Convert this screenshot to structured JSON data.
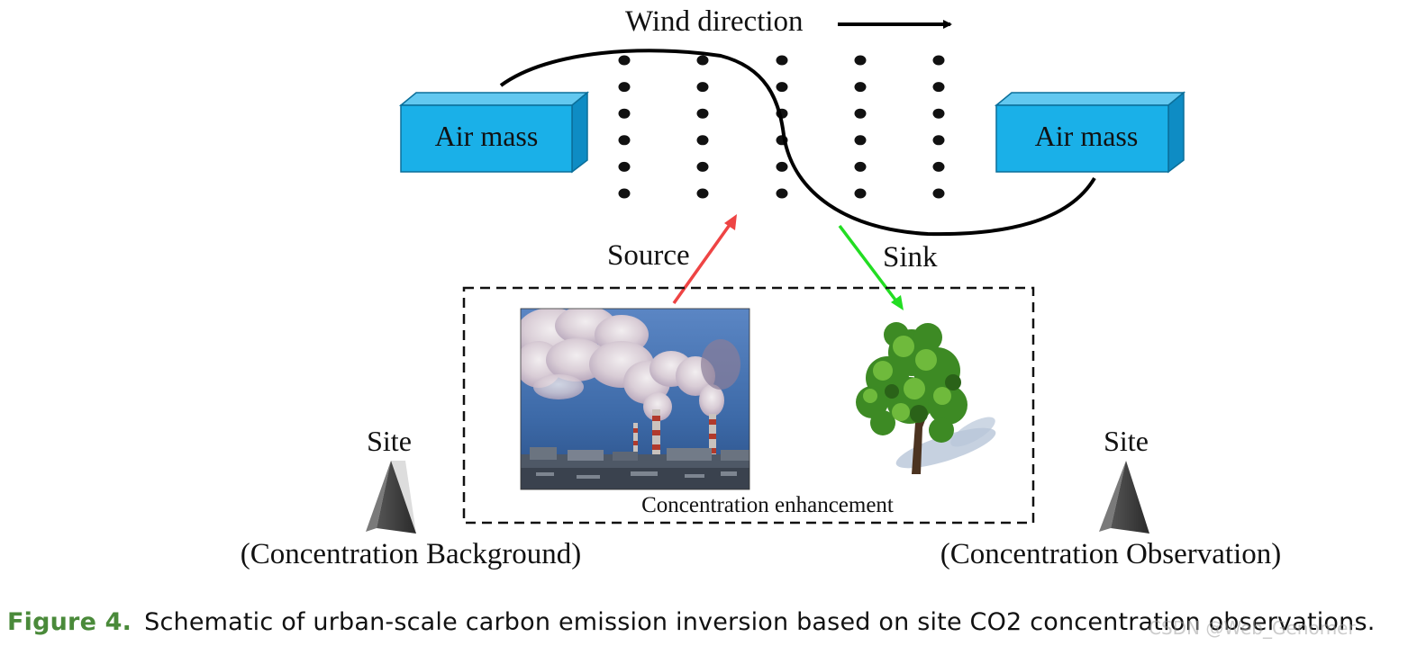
{
  "labels": {
    "wind_direction": "Wind direction",
    "air_mass_left": "Air mass",
    "air_mass_right": "Air mass",
    "source": "Source",
    "sink": "Sink",
    "concentration_enhancement": "Concentration enhancement",
    "site_left": "Site",
    "site_right": "Site",
    "background": "(Concentration Background)",
    "observation": "(Concentration Observation)"
  },
  "caption": {
    "label": "Figure 4.",
    "text": "Schematic of urban-scale carbon emission inversion based on site CO2 concentration observations."
  },
  "watermark": "CSDN @Web_Genomer",
  "colors": {
    "air_mass_fill": "#1ab0e8",
    "source_arrow": "#ee4444",
    "sink_arrow": "#22dd22",
    "caption_label": "#4a8a3a"
  },
  "icons": {
    "factory": "factory-smokestack-icon",
    "tree": "tree-icon",
    "site": "pyramid-site-icon"
  }
}
